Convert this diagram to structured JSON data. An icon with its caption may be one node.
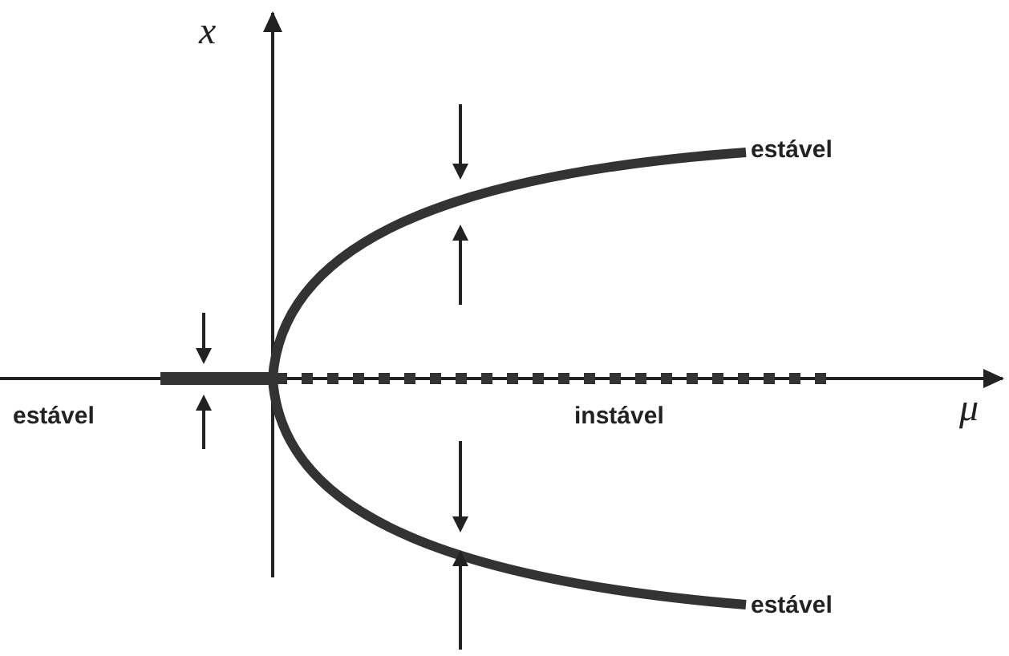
{
  "diagram": {
    "labels": [
      "x",
      "estável",
      "estável",
      "instável",
      "μ",
      "estável"
    ]
  }
}
